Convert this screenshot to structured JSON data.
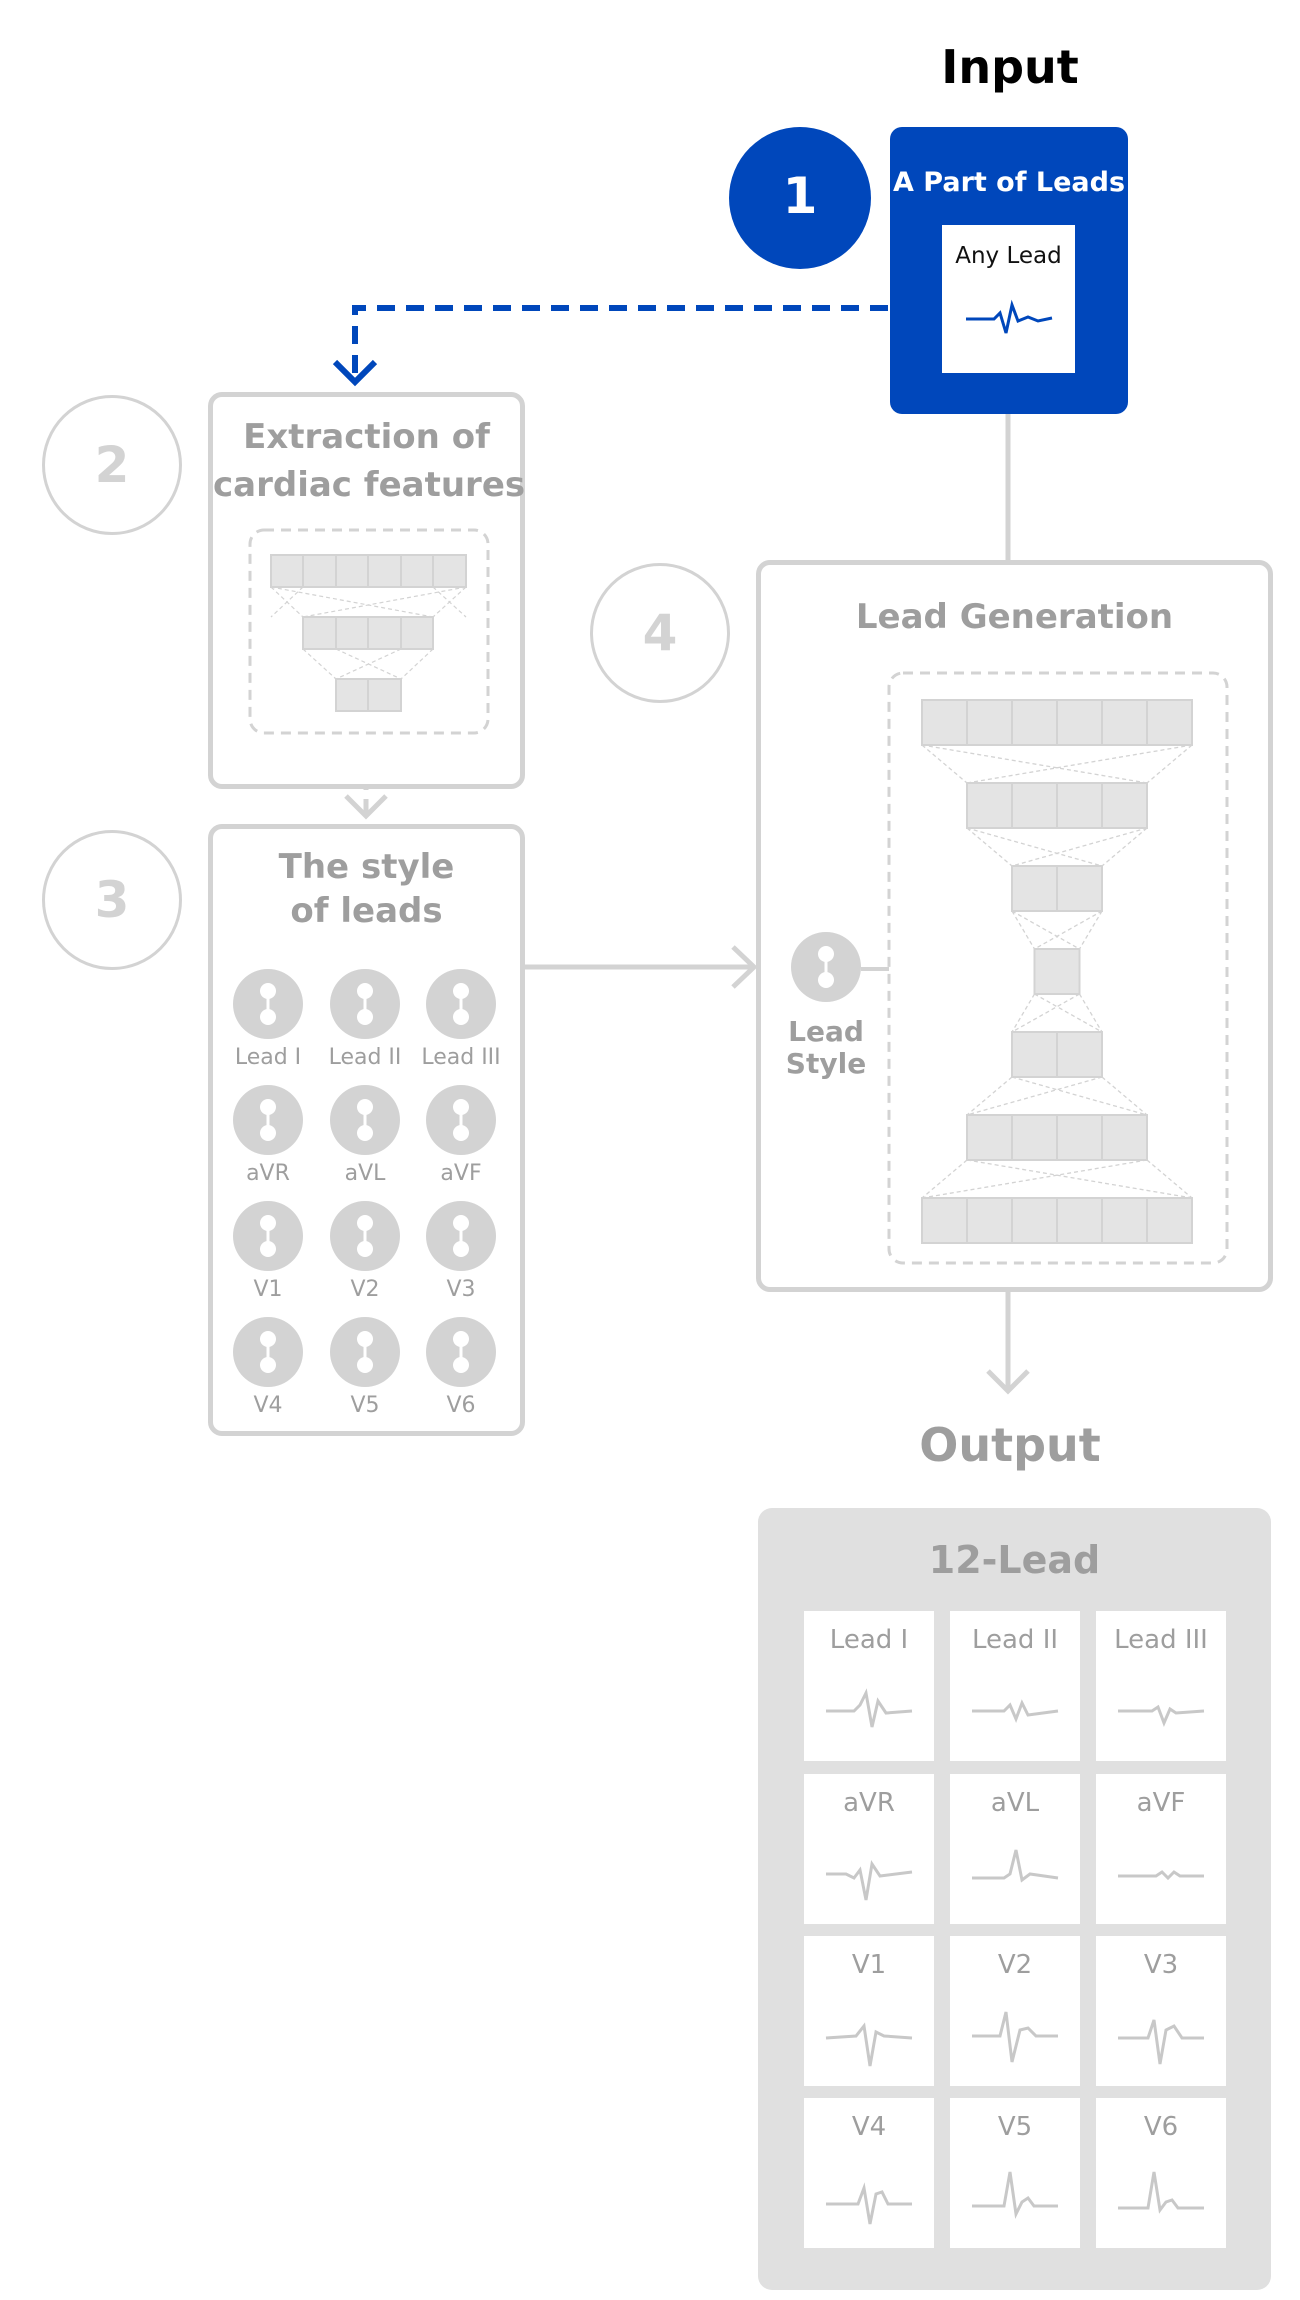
{
  "colors": {
    "accent": "#0047BB",
    "muted": "#9E9E9E",
    "border": "#D3D3D3",
    "block_fill": "#E4E4E4",
    "output_panel": "#E0E0E0",
    "white": "#FFFFFF"
  },
  "input": {
    "heading": "Input",
    "step_number": "1",
    "box_title": "A Part of Leads",
    "lead_label": "Any Lead"
  },
  "extraction": {
    "step_number": "2",
    "title_line1": "Extraction of",
    "title_line2": "cardiac features"
  },
  "style": {
    "step_number": "3",
    "title_line1": "The style",
    "title_line2": "of leads",
    "leads": [
      "Lead I",
      "Lead II",
      "Lead III",
      "aVR",
      "aVL",
      "aVF",
      "V1",
      "V2",
      "V3",
      "V4",
      "V5",
      "V6"
    ]
  },
  "generation": {
    "step_number": "4",
    "title": "Lead Generation",
    "style_label_line1": "Lead",
    "style_label_line2": "Style"
  },
  "output": {
    "heading": "Output",
    "panel_title": "12-Lead",
    "leads": [
      "Lead I",
      "Lead II",
      "Lead III",
      "aVR",
      "aVL",
      "aVF",
      "V1",
      "V2",
      "V3",
      "V4",
      "V5",
      "V6"
    ]
  },
  "icons": [
    "ecg-wave-icon",
    "lead-style-node-icon",
    "arrow-down-icon",
    "arrow-right-icon"
  ]
}
